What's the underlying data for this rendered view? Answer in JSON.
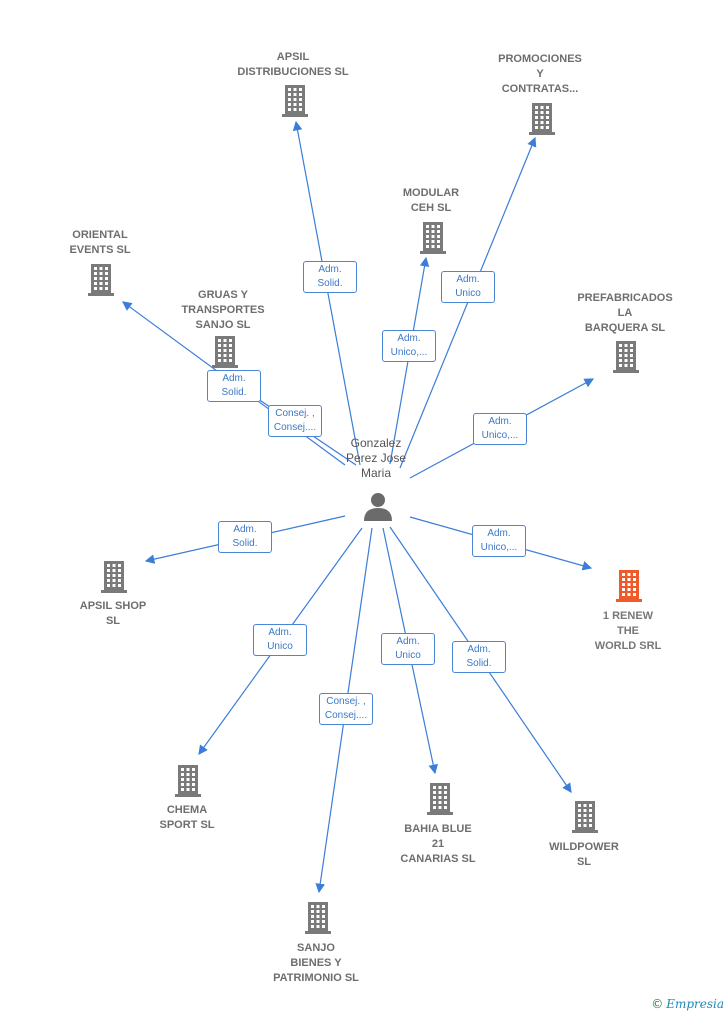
{
  "colors": {
    "edge": "#3b7dd8",
    "building": "#7a7a7a",
    "focus": "#f05a28",
    "person": "#6b6b6b"
  },
  "center": {
    "name": "Gonzalez\nPerez Jose\nMaria",
    "icon": "person-icon"
  },
  "companies": [
    {
      "id": "apsil-dist",
      "name": "APSIL\nDISTRIBUCIONES SL",
      "icon": "building-icon"
    },
    {
      "id": "promociones",
      "name": "PROMOCIONES\nY\nCONTRATAS...",
      "icon": "building-icon"
    },
    {
      "id": "modular",
      "name": "MODULAR\nCEH  SL",
      "icon": "building-icon"
    },
    {
      "id": "oriental",
      "name": "ORIENTAL\nEVENTS  SL",
      "icon": "building-icon"
    },
    {
      "id": "gruas",
      "name": "GRUAS Y\nTRANSPORTES\nSANJO SL",
      "icon": "building-icon"
    },
    {
      "id": "prefabricados",
      "name": "PREFABRICADOS\nLA\nBARQUERA  SL",
      "icon": "building-icon"
    },
    {
      "id": "apsil-shop",
      "name": "APSIL SHOP\nSL",
      "icon": "building-icon"
    },
    {
      "id": "renew",
      "name": "1 RENEW\nTHE\nWORLD SRL",
      "icon": "building-icon",
      "focus": true
    },
    {
      "id": "chema",
      "name": "CHEMA\nSPORT SL",
      "icon": "building-icon"
    },
    {
      "id": "bahia",
      "name": "BAHIA BLUE\n21\nCANARIAS  SL",
      "icon": "building-icon"
    },
    {
      "id": "wildpower",
      "name": "WILDPOWER\nSL",
      "icon": "building-icon"
    },
    {
      "id": "sanjo",
      "name": "SANJO\nBIENES Y\nPATRIMONIO SL",
      "icon": "building-icon"
    }
  ],
  "relations": [
    {
      "to": "apsil-dist",
      "label": "Adm.\nSolid."
    },
    {
      "to": "promociones",
      "label": "Adm.\nUnico"
    },
    {
      "to": "modular",
      "label": "Adm.\nUnico,..."
    },
    {
      "to": "oriental",
      "label": "Adm.\nSolid."
    },
    {
      "to": "gruas",
      "label": "Consej. ,\nConsej...."
    },
    {
      "to": "prefabricados",
      "label": "Adm.\nUnico,..."
    },
    {
      "to": "apsil-shop",
      "label": "Adm.\nSolid."
    },
    {
      "to": "renew",
      "label": "Adm.\nUnico,..."
    },
    {
      "to": "chema",
      "label": "Adm.\nUnico"
    },
    {
      "to": "bahia",
      "label": "Adm.\nUnico"
    },
    {
      "to": "wildpower",
      "label": "Adm.\nSolid."
    },
    {
      "to": "sanjo",
      "label": "Consej. ,\nConsej...."
    }
  ],
  "footer": {
    "copyright": "©",
    "brand": "Empresia"
  }
}
